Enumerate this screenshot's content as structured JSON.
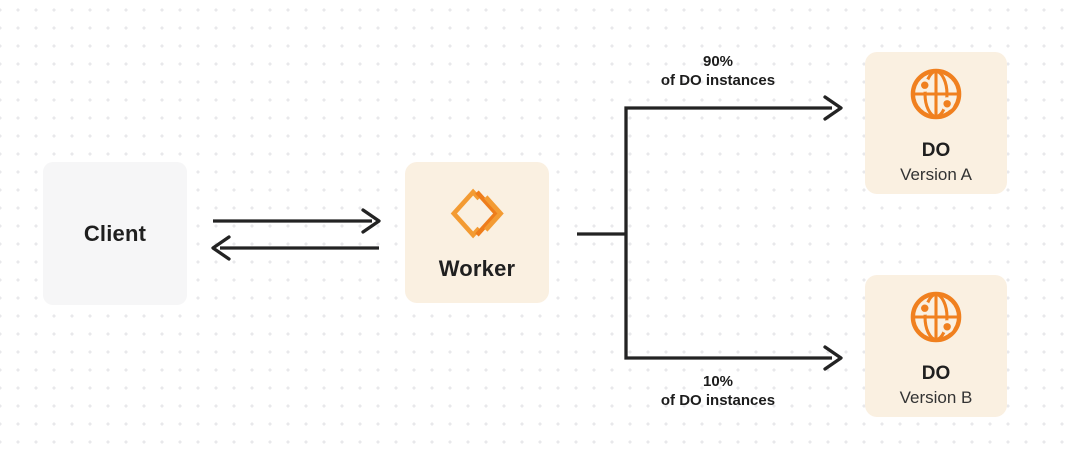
{
  "diagram": {
    "description": "Worker splitting traffic between two Durable Object versions"
  },
  "colors": {
    "accent_orange": "#f0821f",
    "workers_logo_light": "#f39b33",
    "workers_logo_dark": "#ee7d1c",
    "box_cream": "#faf0e1",
    "box_gray": "#f6f6f7",
    "line_dark": "#232323",
    "dot_grid": "#e8e8eb"
  },
  "nodes": {
    "client": {
      "label": "Client"
    },
    "worker": {
      "label": "Worker",
      "icon": "cloudflare-workers-icon"
    },
    "do_a": {
      "title": "DO",
      "subtitle": "Version A",
      "icon": "durable-object-globe-icon"
    },
    "do_b": {
      "title": "DO",
      "subtitle": "Version B",
      "icon": "durable-object-globe-icon"
    }
  },
  "edges": {
    "client_worker": {
      "type": "bidirectional-arrows"
    },
    "split_top": {
      "percent": "90%",
      "caption": "of DO instances"
    },
    "split_bottom": {
      "percent": "10%",
      "caption": "of DO instances"
    }
  }
}
